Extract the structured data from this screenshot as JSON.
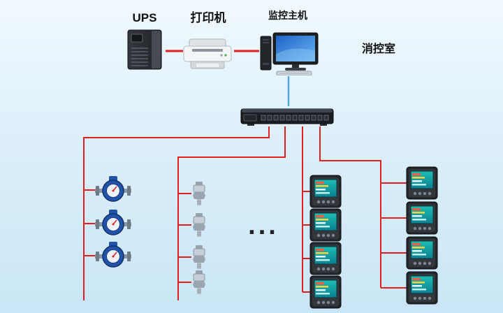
{
  "labels": {
    "ups": "UPS",
    "printer": "打印机",
    "host": "监控主机",
    "room": "消控室",
    "ellipsis": "..."
  },
  "devices": {
    "water_meter_count": 3,
    "sensor_count": 4,
    "power_meter_left_count": 4,
    "power_meter_right_count": 4,
    "switch_count": 1
  },
  "colors": {
    "background_top": "#f0f9fe",
    "background_bottom": "#c9e6f6",
    "data_line_red": "#e02020",
    "uplink_line_blue": "#4fa8e0"
  }
}
